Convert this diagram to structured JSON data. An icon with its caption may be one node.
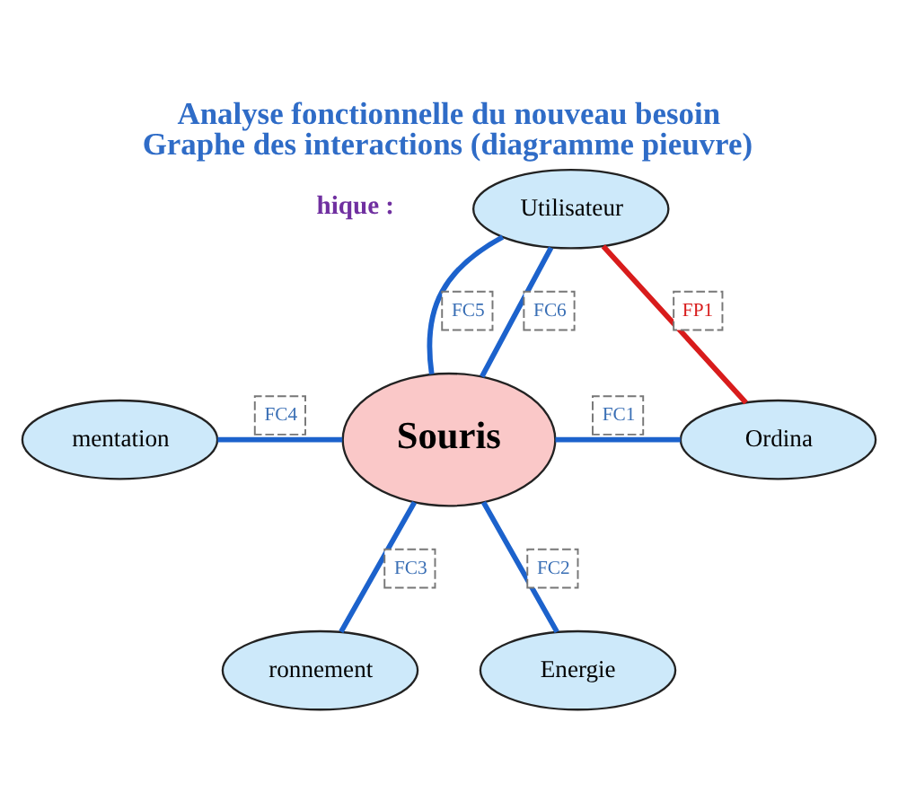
{
  "diagram": {
    "title": "Analyse fonctionnelle du nouveau besoin Graphe des interactions (diagramme pieuvre)",
    "nodes": [
      {
        "text": [
          "Utilisateur"
        ]
      },
      {
        "text": [
          "Ordina"
        ]
      },
      {
        "text": [
          "mentation"
        ]
      },
      {
        "text": [
          "Souris"
        ]
      },
      {
        "text": [
          "ronnement"
        ]
      },
      {
        "text": [
          "Energie"
        ]
      }
    ],
    "edges": [
      {
        "from": 0,
        "to": 1,
        "arrow": "none",
        "label": "FP1",
        "color": "#d81c1c"
      },
      {
        "from": 3,
        "to": 1,
        "arrow": "none",
        "label": "FC1"
      },
      {
        "from": 3,
        "to": 5,
        "arrow": "none",
        "label": "FC2"
      },
      {
        "from": 3,
        "to": 4,
        "arrow": "none",
        "label": "FC3"
      },
      {
        "from": 2,
        "to": 3,
        "arrow": "none",
        "label": "FC4"
      },
      {
        "from": 0,
        "to": 3,
        "arrow": "none",
        "label": "FC5"
      },
      {
        "from": 0,
        "to": 3,
        "arrow": "none",
        "label": "FC6"
      }
    ],
    "labels": [
      "hique :"
    ]
  }
}
